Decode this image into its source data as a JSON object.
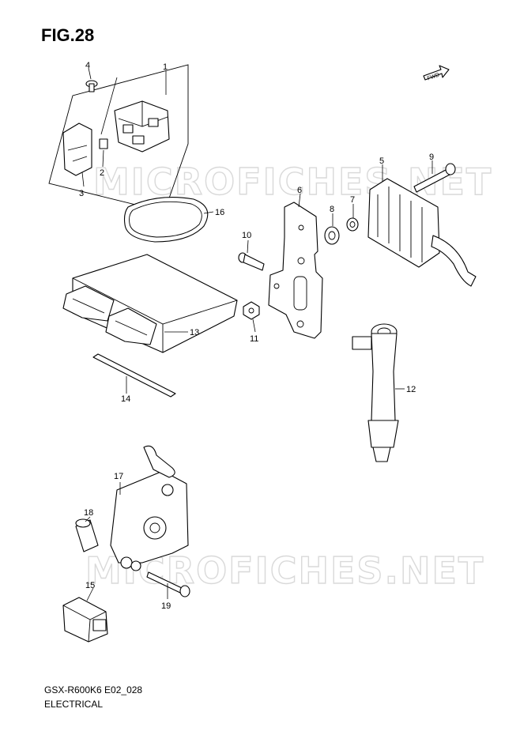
{
  "figure": {
    "title": "FIG.28",
    "footer_code": "GSX-R600K6 E02_028",
    "footer_name": "ELECTRICAL"
  },
  "watermark": "MICROFICHES.NET",
  "fwd_label": "FWD",
  "callouts": {
    "c1": "1",
    "c2": "2",
    "c3": "3",
    "c4": "4",
    "c5": "5",
    "c6": "6",
    "c7": "7",
    "c8": "8",
    "c9": "9",
    "c10": "10",
    "c11": "11",
    "c12": "12",
    "c13": "13",
    "c14": "14",
    "c15": "15",
    "c16": "16",
    "c17": "17",
    "c18": "18",
    "c19": "19"
  }
}
